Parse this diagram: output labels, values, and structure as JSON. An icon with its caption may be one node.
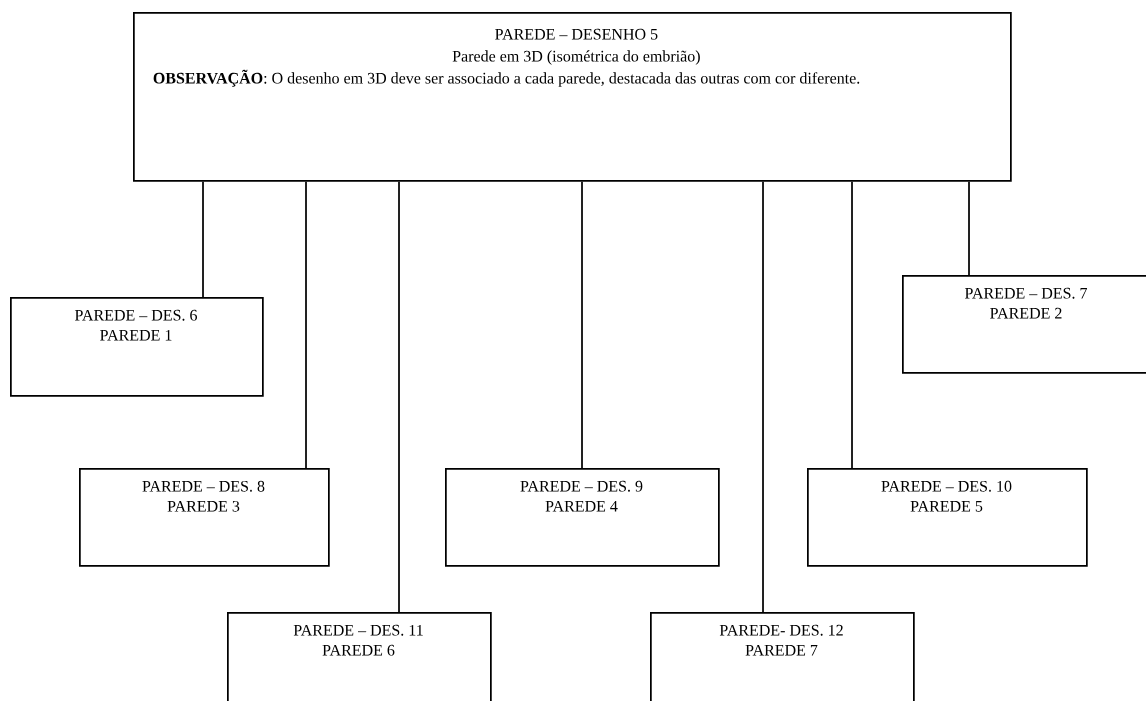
{
  "diagram": {
    "nodes": [
      {
        "text": [
          "PAREDE – DESENHO 5",
          "Parede em 3D (isométrica do embrião)",
          "**OBSERVAÇÃO**: O desenho em 3D deve ser associado a cada parede, destacada das outras com cor diferente."
        ]
      },
      {
        "text": [
          "PAREDE – DES. 6",
          "PAREDE 1"
        ]
      },
      {
        "text": [
          "PAREDE – DES. 7",
          "PAREDE 2"
        ]
      },
      {
        "text": [
          "PAREDE – DES. 8",
          "PAREDE 3"
        ]
      },
      {
        "text": [
          "PAREDE – DES. 9",
          "PAREDE 4"
        ]
      },
      {
        "text": [
          "PAREDE – DES. 10",
          "PAREDE 5"
        ]
      },
      {
        "text": [
          "PAREDE – DES. 11",
          "PAREDE 6"
        ]
      },
      {
        "text": [
          "PAREDE- DES. 12",
          "PAREDE 7"
        ]
      }
    ],
    "edges": [
      {
        "from": 0,
        "to": 1,
        "arrow": "none"
      },
      {
        "from": 0,
        "to": 2,
        "arrow": "none"
      },
      {
        "from": 0,
        "to": 3,
        "arrow": "none"
      },
      {
        "from": 0,
        "to": 4,
        "arrow": "none"
      },
      {
        "from": 0,
        "to": 5,
        "arrow": "none"
      },
      {
        "from": 0,
        "to": 6,
        "arrow": "none"
      },
      {
        "from": 0,
        "to": 7,
        "arrow": "none"
      }
    ]
  }
}
